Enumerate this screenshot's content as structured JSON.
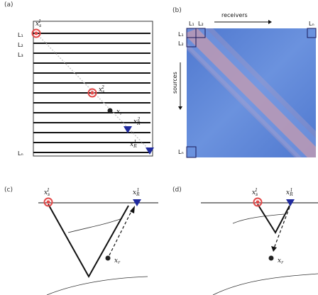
{
  "panels": {
    "a": {
      "label": "(a)",
      "line_labels": [
        "L₁",
        "L₂",
        "L₃",
        "Lₙ"
      ],
      "source_top": "x",
      "source_top_sup": "1",
      "source_top_sub": "s",
      "source_mid": "x",
      "source_mid_sup": "2",
      "source_mid_sub": "s",
      "scatterer": "x",
      "scatterer_sub": "r",
      "receiver_mid": "x",
      "receiver_mid_sup": "2",
      "receiver_mid_sub": "R",
      "receiver_end": "x",
      "receiver_end_sup": "1",
      "receiver_end_sub": "R"
    },
    "b": {
      "label": "(b)",
      "col_labels": [
        "L₁",
        "L₂",
        "Lₙ"
      ],
      "row_labels": [
        "L₁",
        "L₂",
        "Lₙ"
      ],
      "receivers_label": "receivers",
      "sources_label": "sources"
    },
    "c": {
      "label": "(c)",
      "source": "x",
      "source_sup": "1",
      "source_sub": "s",
      "receiver": "x",
      "receiver_sup": "1",
      "receiver_sub": "R",
      "scatterer": "x",
      "scatterer_sub": "r"
    },
    "d": {
      "label": "(d)",
      "source": "x",
      "source_sup": "1",
      "source_sub": "s",
      "receiver": "x",
      "receiver_sup": "1",
      "receiver_sub": "R",
      "scatterer": "x",
      "scatterer_sub": "r"
    }
  },
  "colors": {
    "source": "#e34a4a",
    "receiver": "#1f2a9e",
    "matrix_bg": "#5b84d6",
    "matrix_diag": "#b88aa8",
    "line": "#111111"
  }
}
